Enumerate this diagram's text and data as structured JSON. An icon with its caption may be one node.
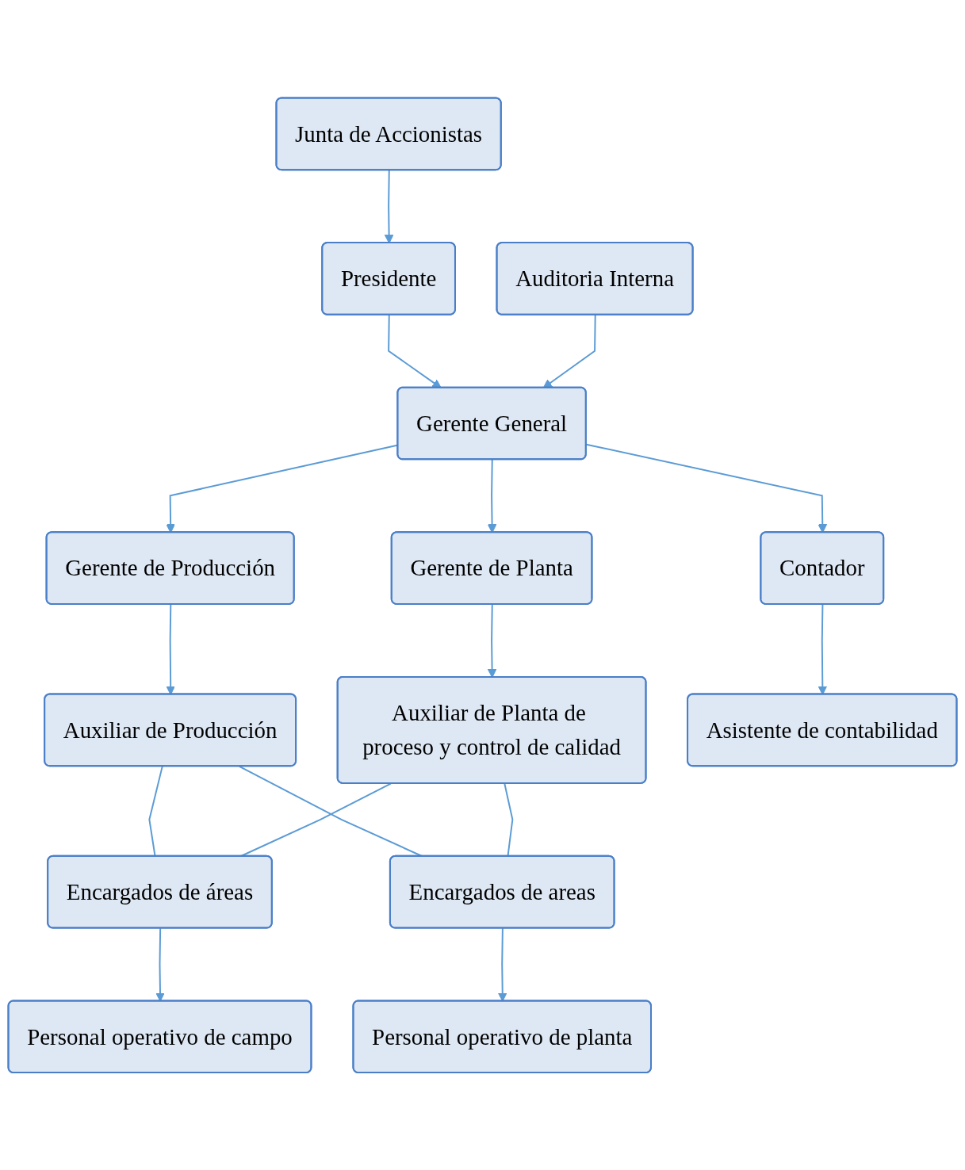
{
  "diagram": {
    "nodes": [
      {
        "text": [
          "Junta de Accionistas"
        ]
      },
      {
        "text": [
          "Presidente"
        ]
      },
      {
        "text": [
          "Auditoria Interna"
        ]
      },
      {
        "text": [
          "Gerente General"
        ]
      },
      {
        "text": [
          "Gerente de Producción"
        ]
      },
      {
        "text": [
          "Gerente de Planta"
        ]
      },
      {
        "text": [
          "Contador"
        ]
      },
      {
        "text": [
          "Auxiliar de Producción"
        ]
      },
      {
        "text": [
          "Auxiliar de Planta de proceso y control de calidad"
        ]
      },
      {
        "text": [
          "Asistente de contabilidad"
        ]
      },
      {
        "text": [
          "Encargados de áreas"
        ]
      },
      {
        "text": [
          "Encargados de areas"
        ]
      },
      {
        "text": [
          "Personal operativo de campo"
        ]
      },
      {
        "text": [
          "Personal operativo de planta"
        ]
      }
    ],
    "edges": [
      {
        "from": 0,
        "to": 1,
        "arrow": "to"
      },
      {
        "from": 1,
        "to": 3,
        "arrow": "to"
      },
      {
        "from": 2,
        "to": 3,
        "arrow": "to"
      },
      {
        "from": 3,
        "to": 4,
        "arrow": "to"
      },
      {
        "from": 3,
        "to": 5,
        "arrow": "to"
      },
      {
        "from": 3,
        "to": 6,
        "arrow": "to"
      },
      {
        "from": 4,
        "to": 7,
        "arrow": "to"
      },
      {
        "from": 5,
        "to": 8,
        "arrow": "to"
      },
      {
        "from": 6,
        "to": 9,
        "arrow": "to"
      },
      {
        "from": 7,
        "to": 10,
        "arrow": "none"
      },
      {
        "from": 7,
        "to": 11,
        "arrow": "none"
      },
      {
        "from": 8,
        "to": 10,
        "arrow": "none"
      },
      {
        "from": 8,
        "to": 11,
        "arrow": "none"
      },
      {
        "from": 10,
        "to": 12,
        "arrow": "to"
      },
      {
        "from": 11,
        "to": 13,
        "arrow": "to"
      }
    ]
  }
}
